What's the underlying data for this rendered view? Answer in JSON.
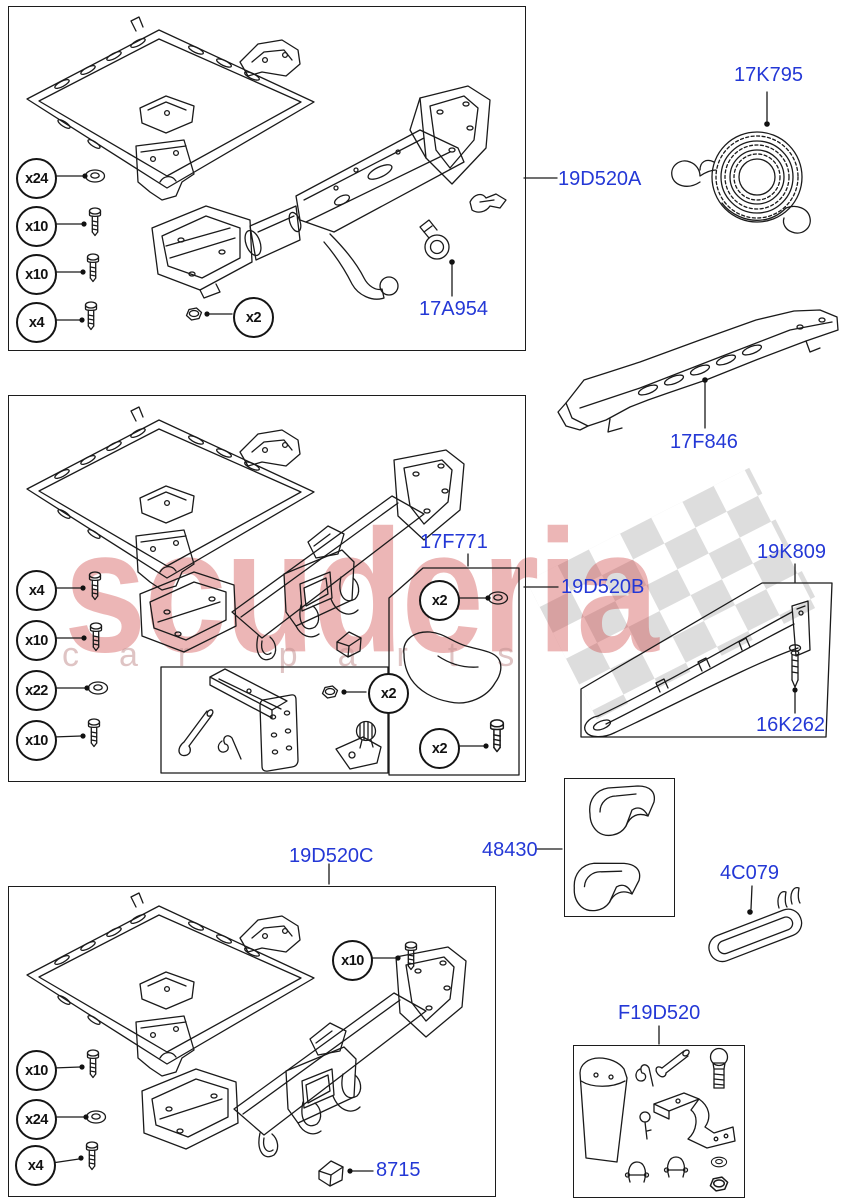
{
  "watermark": {
    "brand": "scuderia",
    "subtext": "car parts"
  },
  "labels": {
    "kit_a": "19D520A",
    "tow_rope": "17K795",
    "tow_eye": "17A954",
    "underbody_shield": "17F846",
    "ball_mount_kit": "17F771",
    "kit_b": "19D520B",
    "sill_trim": "19K809",
    "trim_screw": "16K262",
    "clip_kit": "48430",
    "bracket": "4C079",
    "kit_c": "19D520C",
    "blanking_cap": "8715",
    "towing_kit": "F19D520"
  },
  "quantities": {
    "kit_a": [
      "x24",
      "x10",
      "x10",
      "x4"
    ],
    "kit_a_nut": "x2",
    "kit_b": [
      "x4",
      "x10",
      "x22",
      "x10"
    ],
    "kit_b_washer": "x2",
    "kit_b_nut": "x2",
    "kit_b_bolt": "x2",
    "kit_c": [
      "x10",
      "x10",
      "x24",
      "x4"
    ]
  },
  "colors": {
    "label_blue": "#2438d6",
    "line_black": "#1a1a1a",
    "watermark_red": "rgba(205,62,62,0.38)",
    "watermark_gray": "#d9d9d9"
  }
}
